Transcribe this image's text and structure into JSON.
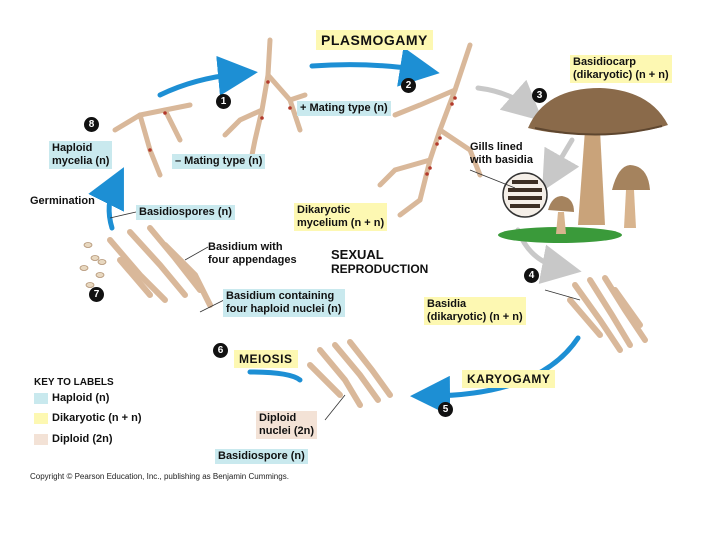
{
  "colors": {
    "haploid": "#c9e9ee",
    "dikaryotic": "#fdf8b2",
    "diploid": "#f3e2d6",
    "arrow": "#1d8fd4",
    "arrow_gray": "#c8c8c8",
    "cap": "#8a6a4a",
    "grass": "#3a9a3a"
  },
  "stages": {
    "plasmogamy": "PLASMOGAMY",
    "karyogamy": "KARYOGAMY",
    "meiosis": "MEIOSIS"
  },
  "steps": [
    "1",
    "2",
    "3",
    "4",
    "5",
    "6",
    "7",
    "8"
  ],
  "labels": {
    "plus_mating": "+ Mating type (n)",
    "minus_mating": "– Mating type (n)",
    "haploid_mycelia_1": "Haploid",
    "haploid_mycelia_2": "mycelia (n)",
    "basidiocarp_1": "Basidiocarp",
    "basidiocarp_2": "(dikaryotic) (n + n)",
    "gills_1": "Gills lined",
    "gills_2": "with basidia",
    "germination": "Germination",
    "basidiospores": "Basidiospores (n)",
    "dikaryotic_myc_1": "Dikaryotic",
    "dikaryotic_myc_2": "mycelium (n + n)",
    "basidium_four_1": "Basidium with",
    "basidium_four_2": "four appendages",
    "sexual_1": "SEXUAL",
    "sexual_2": "REPRODUCTION",
    "basidium_containing_1": "Basidium containing",
    "basidium_containing_2": "four haploid nuclei (n)",
    "basidia_dik_1": "Basidia",
    "basidia_dik_2": "(dikaryotic) (n + n)",
    "diploid_nuclei_1": "Diploid",
    "diploid_nuclei_2": "nuclei (2n)",
    "basidiospore": "Basidiospore (n)"
  },
  "key": {
    "title": "KEY TO LABELS",
    "items": [
      "Haploid (n)",
      "Dikaryotic (n + n)",
      "Diploid (2n)"
    ]
  },
  "copyright": "Copyright © Pearson Education, Inc., publishing as Benjamin Cummings."
}
